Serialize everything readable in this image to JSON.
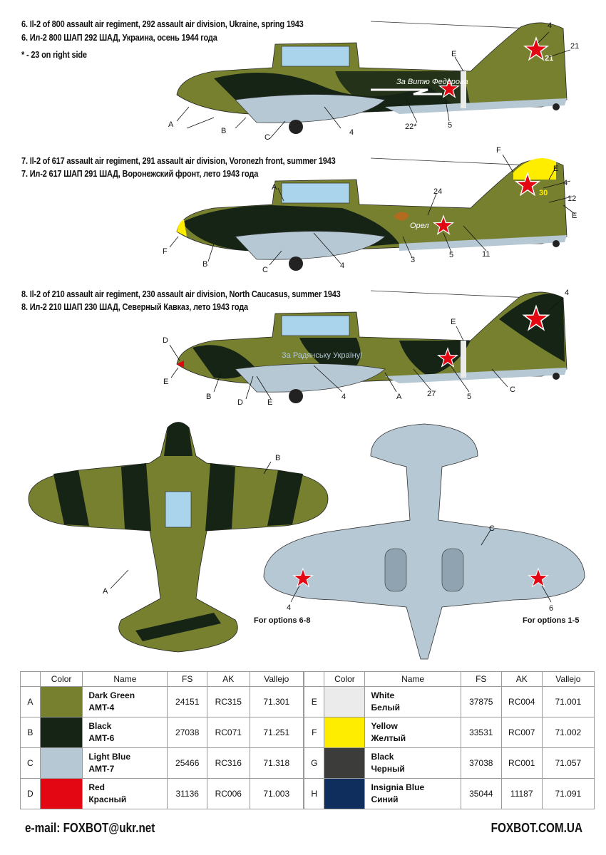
{
  "profiles": [
    {
      "title_en": "6. Il-2 of 800 assault air regiment, 292 assault air division, Ukraine, spring 1943",
      "title_ru": "6. Ил-2 800 ШАП 292 ШАД, Украина, осень 1944 года",
      "note": "* - 23 on right side",
      "slogan": "За Витю Федорова",
      "tail_number": "21",
      "callouts": [
        "A",
        "B",
        "C",
        "4",
        "22*",
        "5",
        "E",
        "4",
        "21"
      ]
    },
    {
      "title_en": "7. Il-2 of 617 assault air regiment, 291 assault air division, Voronezh front, summer 1943",
      "title_ru": "7. Ил-2 617 ШАП 291 ШАД, Воронежский фронт, лето 1943 года",
      "slogan": "Орел",
      "tail_number": "30",
      "callouts": [
        "F",
        "E",
        "4",
        "12",
        "E",
        "A",
        "24",
        "F",
        "B",
        "C",
        "4",
        "3",
        "5",
        "11"
      ]
    },
    {
      "title_en": "8. Il-2 of 210 assault air regiment, 230 assault air division, North Caucasus, summer 1943",
      "title_ru": "8. Ил-2 210 ШАП 230 ШАД, Северный Кавказ, лето 1943 года",
      "slogan": "За Радянську Україну!",
      "callouts": [
        "4",
        "D",
        "E",
        "E",
        "B",
        "D",
        "E",
        "4",
        "A",
        "27",
        "5",
        "C"
      ]
    }
  ],
  "plan": {
    "top_callouts": [
      "B",
      "A"
    ],
    "bottom_callouts": [
      "C",
      "4",
      "6"
    ],
    "note_left": "For options 6-8",
    "note_right": "For options 1-5"
  },
  "table": {
    "headers": [
      "",
      "Color",
      "Name",
      "FS",
      "AK",
      "Vallejo"
    ],
    "left": [
      {
        "id": "A",
        "color": "#76802f",
        "name1": "Dark Green",
        "name2": "AMT-4",
        "fs": "24151",
        "ak": "RC315",
        "vallejo": "71.301"
      },
      {
        "id": "B",
        "color": "#162416",
        "name1": "Black",
        "name2": "AMT-6",
        "fs": "27038",
        "ak": "RC071",
        "vallejo": "71.251"
      },
      {
        "id": "C",
        "color": "#b5c8d4",
        "name1": "Light Blue",
        "name2": "AMT-7",
        "fs": "25466",
        "ak": "RC316",
        "vallejo": "71.318"
      },
      {
        "id": "D",
        "color": "#e30613",
        "name1": "Red",
        "name2": "Красный",
        "fs": "31136",
        "ak": "RC006",
        "vallejo": "71.003"
      }
    ],
    "right": [
      {
        "id": "E",
        "color": "#ebebeb",
        "name1": "White",
        "name2": "Белый",
        "fs": "37875",
        "ak": "RC004",
        "vallejo": "71.001"
      },
      {
        "id": "F",
        "color": "#ffed00",
        "name1": "Yellow",
        "name2": "Желтый",
        "fs": "33531",
        "ak": "RC007",
        "vallejo": "71.002"
      },
      {
        "id": "G",
        "color": "#3c3c3b",
        "name1": "Black",
        "name2": "Черный",
        "fs": "37038",
        "ak": "RC001",
        "vallejo": "71.057"
      },
      {
        "id": "H",
        "color": "#0f2e5e",
        "name1": "Insignia Blue",
        "name2": "Синий",
        "fs": "35044",
        "ak": "11187",
        "vallejo": "71.091"
      }
    ]
  },
  "footer": {
    "email": "e-mail: FOXBOT@ukr.net",
    "site": "FOXBOT.COM.UA"
  }
}
